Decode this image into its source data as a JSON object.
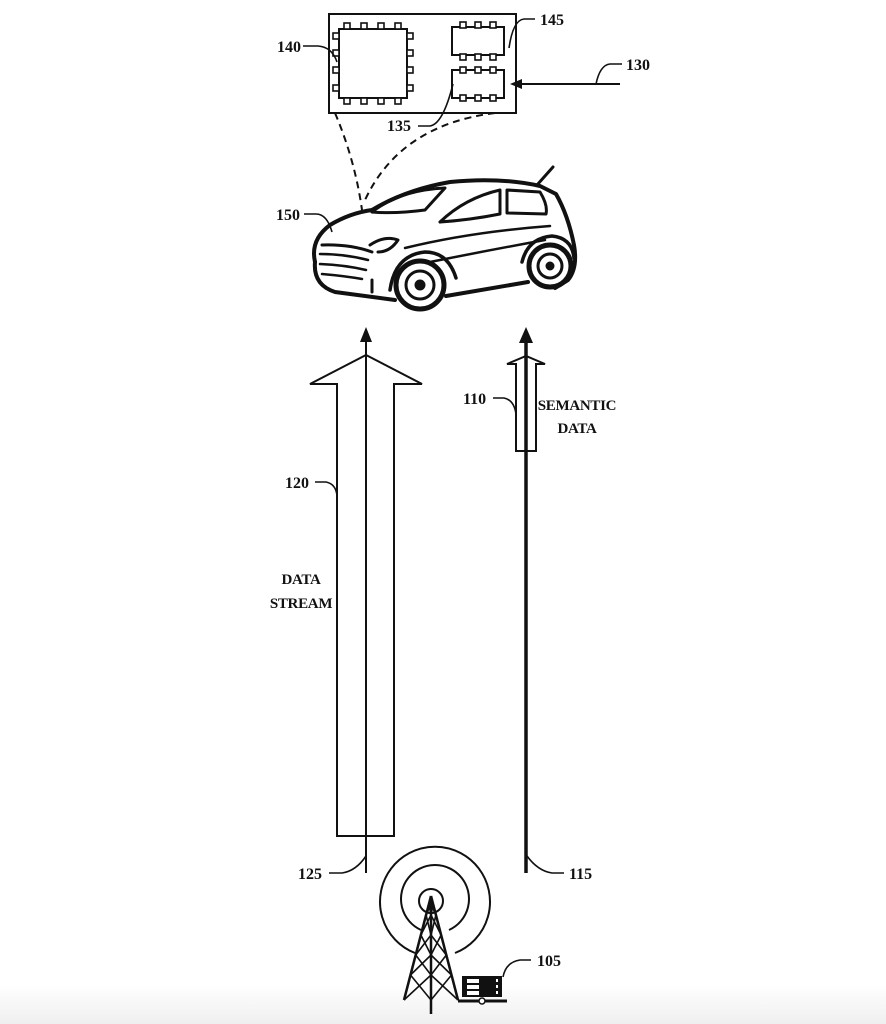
{
  "figure": {
    "labels": {
      "tower": "105",
      "semantic_arrow": "110",
      "semantic_line": "115",
      "stream_arrow": "120",
      "stream_line": "125",
      "input_line": "130",
      "chip_small_lower": "135",
      "chip_large": "140",
      "chip_small_upper": "145",
      "vehicle": "150"
    },
    "captions": {
      "semantic": [
        "SEMANTIC",
        "DATA"
      ],
      "stream": [
        "DATA",
        "STREAM"
      ]
    }
  }
}
